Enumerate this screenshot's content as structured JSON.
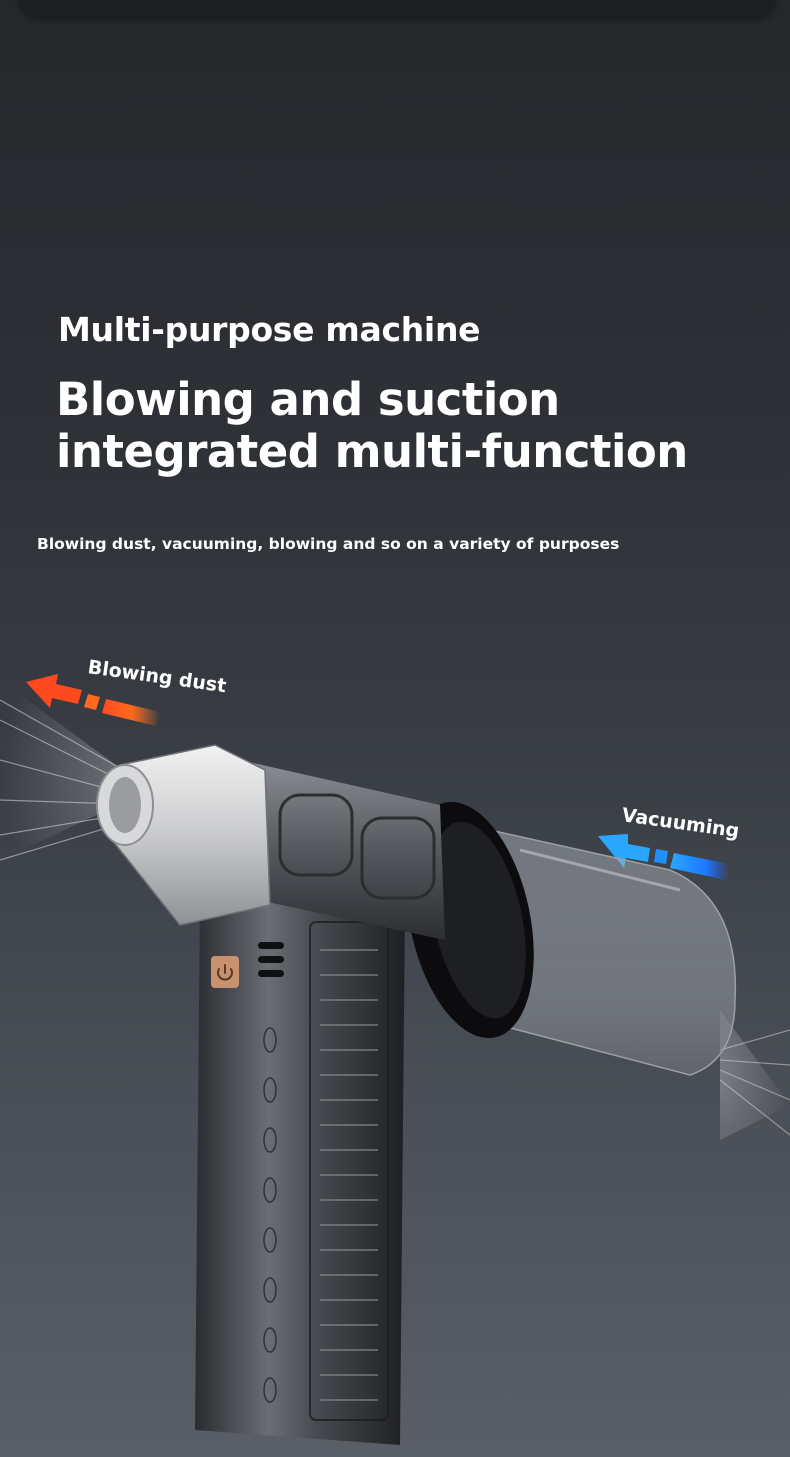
{
  "headings": {
    "eyebrow": "Multi-purpose machine",
    "line1": "Blowing and suction",
    "line2": "integrated multi-function",
    "description": "Blowing dust, vacuuming, blowing and so on a variety of purposes"
  },
  "callouts": {
    "blow_label": "Blowing dust",
    "vacuum_label": "Vacuuming"
  },
  "colors": {
    "blow_arrow": "#ff5a1f",
    "vacuum_arrow": "#1e90ff",
    "power_button": "#c9926f"
  }
}
